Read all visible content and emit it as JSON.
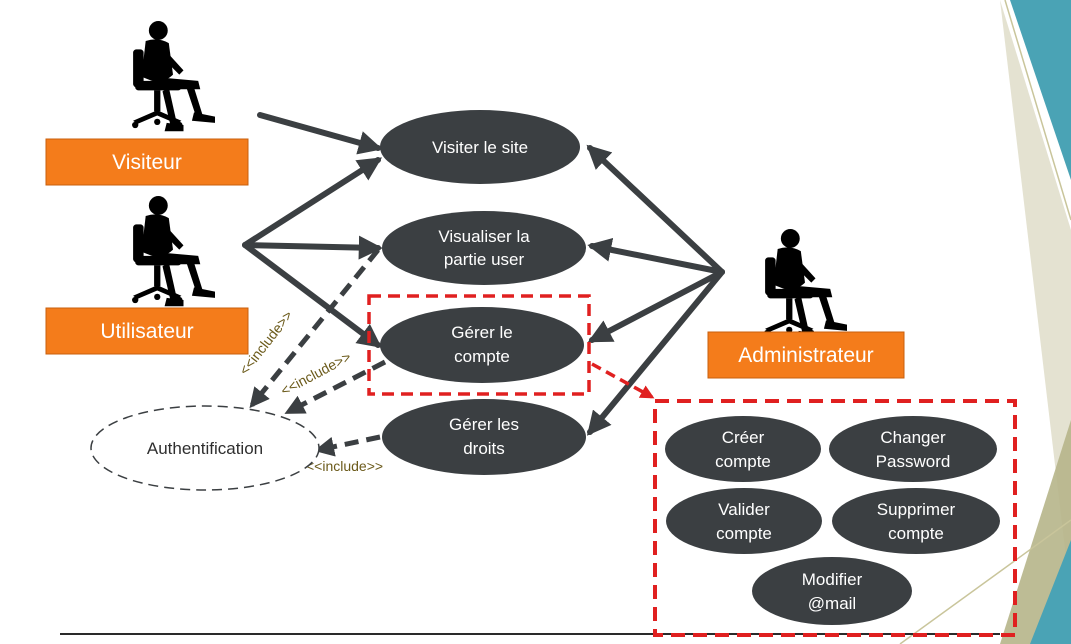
{
  "colors": {
    "usecase_fill": "#3b3f42",
    "actor_label_fill": "#f47c1b",
    "arrow": "#3b3f42",
    "highlight_box": "#e02020",
    "decor_teal": "#4aa3b5",
    "decor_olive": "#b6b58a"
  },
  "actors": {
    "visiteur": "Visiteur",
    "utilisateur": "Utilisateur",
    "administrateur": "Administrateur"
  },
  "usecases": {
    "visiter_site": [
      "Visiter le site"
    ],
    "visualiser_partie_user": [
      "Visualiser la",
      "partie user"
    ],
    "gerer_compte": [
      "Gérer le",
      "compte"
    ],
    "gerer_droits": [
      "Gérer les",
      "droits"
    ],
    "authentification": [
      "Authentification"
    ]
  },
  "include_label": "<<include>>",
  "account_actions": {
    "creer_compte": [
      "Créer",
      "compte"
    ],
    "changer_password": [
      "Changer",
      "Password"
    ],
    "valider_compte": [
      "Valider",
      "compte"
    ],
    "supprimer_compte": [
      "Supprimer",
      "compte"
    ],
    "modifier_mail": [
      "Modifier",
      "@mail"
    ]
  },
  "icons": {
    "actor": "seated-person-silhouette-icon"
  }
}
